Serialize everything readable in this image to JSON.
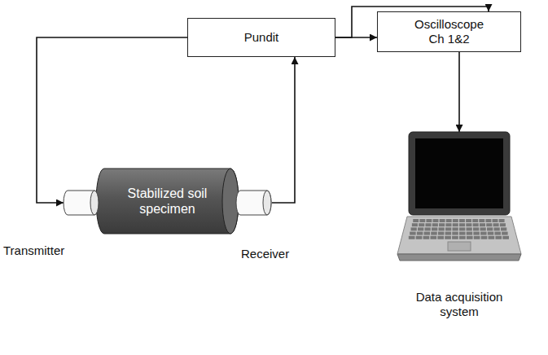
{
  "diagram": {
    "nodes": [
      {
        "text": [
          "Pundit"
        ]
      },
      {
        "text": [
          "Oscilloscope Ch 1&2"
        ]
      },
      {
        "text": [
          "Stabilized soil specimen"
        ]
      },
      {
        "text": [
          "Transmitter"
        ]
      },
      {
        "text": [
          "Receiver"
        ]
      },
      {
        "text": [
          "Data acquisition system"
        ]
      }
    ],
    "edges": [
      {
        "from": 0,
        "to": 3,
        "arrow": "to"
      },
      {
        "from": 4,
        "to": 0,
        "arrow": "to"
      },
      {
        "from": 0,
        "to": 1,
        "arrow": "to"
      },
      {
        "from": 0,
        "to": 1,
        "arrow": "to"
      },
      {
        "from": 1,
        "to": 5,
        "arrow": "to"
      }
    ]
  }
}
